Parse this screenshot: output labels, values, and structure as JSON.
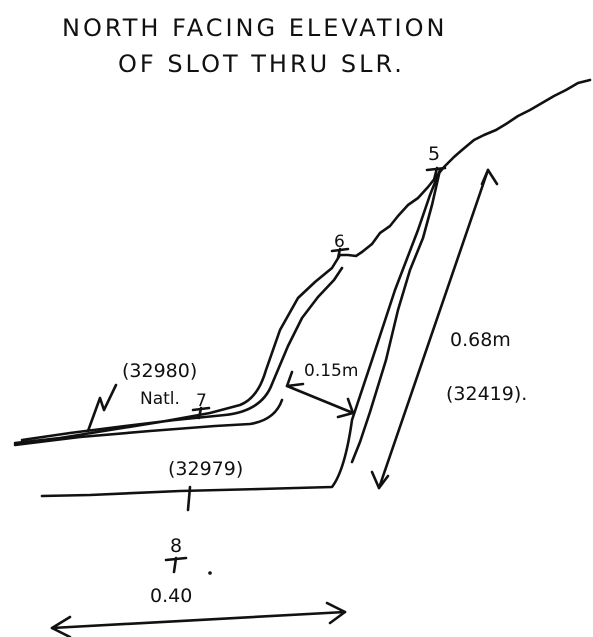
{
  "title": {
    "line1": "NORTH FACING ELEVATION",
    "line2": "OF SLOT THRU SLR."
  },
  "labels": {
    "num_5": "5",
    "num_6": "6",
    "num_7": "7",
    "num_8": "8",
    "context_32980": "(32980)",
    "natural_label": "Natl.",
    "context_32979": "(32979)",
    "width_015": "0.15m",
    "height_068": "0.68m",
    "context_32419": "(32419).",
    "width_040": "0.40"
  },
  "colors": {
    "ink": "#111111",
    "paper": "#ffffff"
  }
}
